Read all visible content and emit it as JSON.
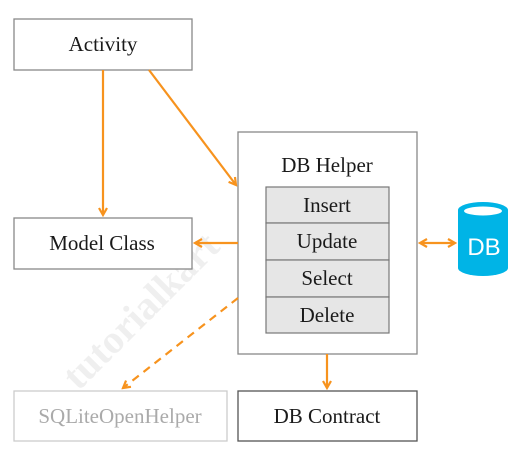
{
  "diagram": {
    "nodes": {
      "activity": "Activity",
      "model_class": "Model Class",
      "db_helper": "DB Helper",
      "sqlite_open_helper": "SQLiteOpenHelper",
      "db_contract": "DB Contract",
      "database": "DB"
    },
    "operations": [
      "Insert",
      "Update",
      "Select",
      "Delete"
    ],
    "watermark": "tutorialkart",
    "colors": {
      "arrow": "#f7931e",
      "box_border": "#888888",
      "faded_border": "#cccccc",
      "operation_fill": "#e6e6e6",
      "database_fill": "#00b4e6"
    }
  }
}
